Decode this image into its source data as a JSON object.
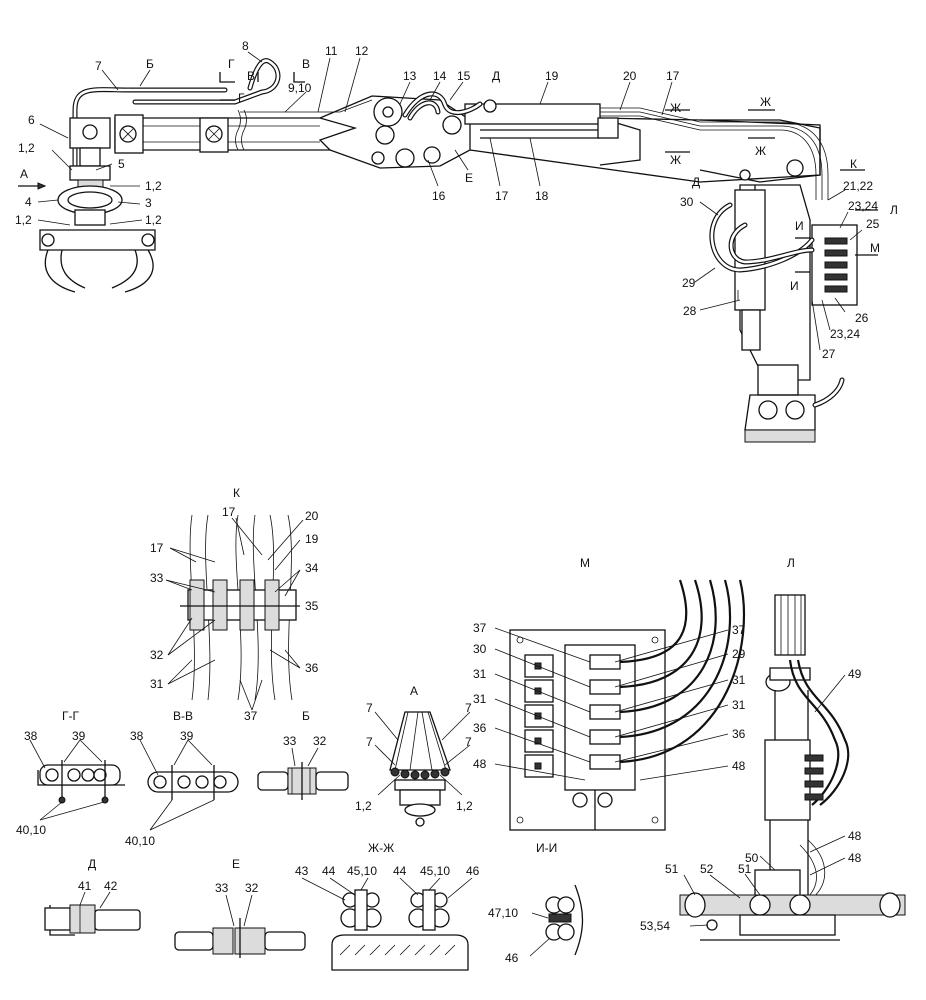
{
  "main_view": {
    "callouts": {
      "c7": "7",
      "cB": "Б",
      "c8": "8",
      "cG": "Г",
      "cV": "В",
      "cV2": "В",
      "cG2": "Г",
      "c910": "9,10",
      "c11": "11",
      "c12": "12",
      "c13": "13",
      "c14": "14",
      "c15": "15",
      "cD": "Д",
      "c19": "19",
      "c20": "20",
      "c17a": "17",
      "cZh1": "Ж",
      "cZh2": "Ж",
      "cZh3": "Ж",
      "cZh4": "Ж",
      "c6": "6",
      "c12a": "1,2",
      "cA": "А",
      "c5": "5",
      "c12b": "1,2",
      "c3": "3",
      "c4": "4",
      "c12c": "1,2",
      "c12d": "1,2",
      "c16": "16",
      "cE": "Е",
      "c17b": "17",
      "c18": "18",
      "cK": "К",
      "c2122": "21,22",
      "cD2": "Д",
      "c30": "30",
      "c2324a": "23,24",
      "cL": "Л",
      "c25": "25",
      "cI1": "И",
      "cM": "М",
      "cI2": "И",
      "c29": "29",
      "c28": "28",
      "c26": "26",
      "c2324b": "23,24",
      "c27": "27"
    }
  },
  "views": {
    "K": {
      "title": "К",
      "labels": [
        "17",
        "20",
        "19",
        "17",
        "33",
        "34",
        "35",
        "32",
        "36",
        "31",
        "37"
      ]
    },
    "M": {
      "title": "М",
      "labels": [
        "37",
        "37",
        "30",
        "29",
        "31",
        "31",
        "31",
        "31",
        "36",
        "36",
        "48",
        "48"
      ]
    },
    "L": {
      "title": "Л",
      "labels": [
        "49",
        "48",
        "50",
        "48",
        "51",
        "52",
        "51",
        "53,54"
      ]
    },
    "GG": {
      "title": "Г-Г",
      "labels": [
        "38",
        "39",
        "40,10"
      ]
    },
    "VV": {
      "title": "В-В",
      "labels": [
        "38",
        "39",
        "40,10"
      ]
    },
    "B": {
      "title": "Б",
      "labels": [
        "33",
        "32"
      ]
    },
    "A": {
      "title": "А",
      "labels": [
        "7",
        "7",
        "7",
        "7",
        "1,2",
        "1,2"
      ]
    },
    "D": {
      "title": "Д",
      "labels": [
        "41",
        "42"
      ]
    },
    "E": {
      "title": "Е",
      "labels": [
        "33",
        "32"
      ]
    },
    "ZhZh": {
      "title": "Ж-Ж",
      "labels": [
        "43",
        "44",
        "45,10",
        "44",
        "45,10",
        "46"
      ]
    },
    "II": {
      "title": "И-И",
      "labels": [
        "47,10",
        "46"
      ]
    }
  }
}
